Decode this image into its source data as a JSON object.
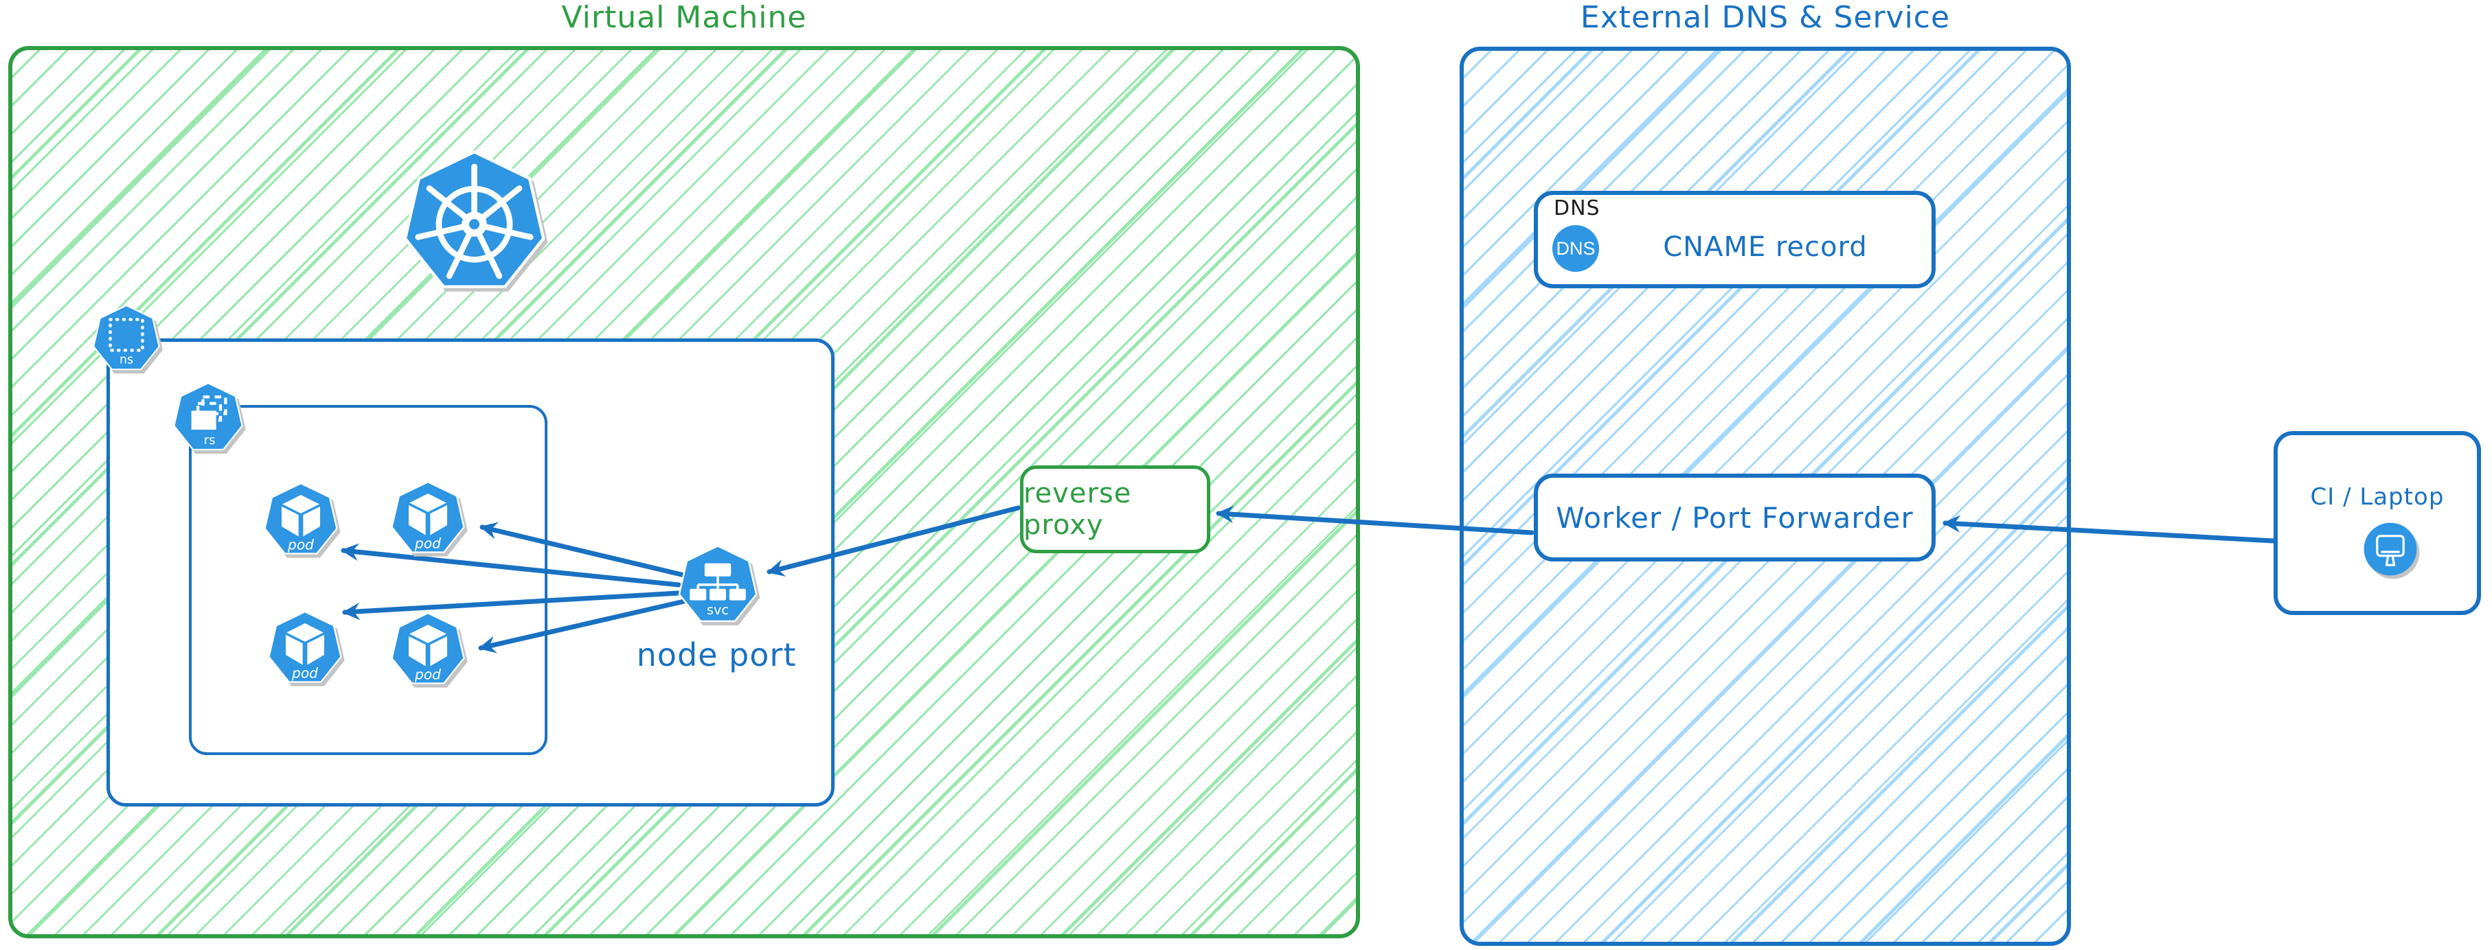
{
  "vm": {
    "title": "Virtual Machine"
  },
  "external": {
    "title": "External DNS & Service"
  },
  "dns_box": {
    "tag": "DNS",
    "icon_label": "DNS",
    "label": "CNAME record"
  },
  "worker_box": {
    "label": "Worker / Port Forwarder"
  },
  "reverse_proxy": {
    "label": "reverse proxy"
  },
  "node_port": {
    "label": "node port"
  },
  "ci_box": {
    "label": "CI / Laptop"
  },
  "k8s": {
    "pod_label": "pod",
    "svc_label": "svc",
    "ns_label": "ns",
    "rs_label": "rs",
    "pod_count": 4
  },
  "connections": [
    "ci-laptop -> worker-port-forwarder",
    "worker-port-forwarder -> reverse-proxy",
    "reverse-proxy -> node-port-svc",
    "node-port-svc -> pod-1",
    "node-port-svc -> pod-2",
    "node-port-svc -> pod-3",
    "node-port-svc -> pod-4"
  ],
  "colors": {
    "green_border": "#2f9e44",
    "green_hatch": "#9ae7af",
    "blue_border": "#1971c2",
    "blue_hatch": "#a5d8fa",
    "icon_blue": "#2e96e3",
    "arrow_blue": "#1971c2",
    "tag_black": "#1e1e1e"
  }
}
